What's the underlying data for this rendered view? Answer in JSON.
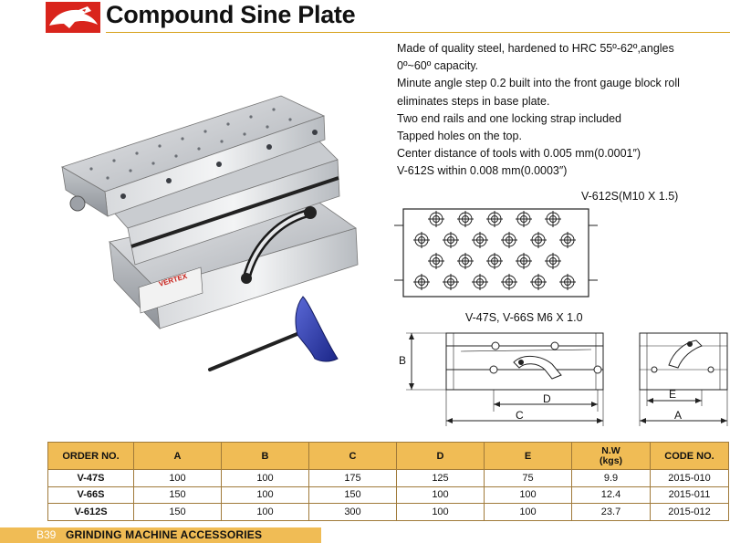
{
  "header": {
    "title": "Compound Sine Plate",
    "logo_icon": "eagle-logo-icon",
    "logo_color": "#d9241c"
  },
  "product": {
    "badge_brand": "VERTEX"
  },
  "description": {
    "lines": [
      "Made of quality steel, hardened to HRC 55º-62º,angles",
      "0º~60º capacity.",
      "Minute angle step 0.2 built into the front gauge block roll",
      "eliminates steps in base plate.",
      "Two end rails and one locking strap included",
      "Tapped holes on the top.",
      "Center distance of tools with 0.005 mm(0.0001″)",
      "V-612S within 0.008 mm(0.0003″)"
    ]
  },
  "diagrams": {
    "top_label": "V-612S(M10 X 1.5)",
    "side_label": "V-47S, V-66S M6 X 1.0",
    "dim_b": "B",
    "dim_c": "C",
    "dim_d": "D",
    "dim_e": "E",
    "dim_a": "A"
  },
  "table": {
    "headers": {
      "order": "ORDER NO.",
      "a": "A",
      "b": "B",
      "c": "C",
      "d": "D",
      "e": "E",
      "nw": "N.W",
      "nw_unit": "(kgs)",
      "code": "CODE NO."
    },
    "rows": [
      {
        "order": "V-47S",
        "a": "100",
        "b": "100",
        "c": "175",
        "d": "125",
        "e": "75",
        "nw": "9.9",
        "code": "2015-010"
      },
      {
        "order": "V-66S",
        "a": "150",
        "b": "100",
        "c": "150",
        "d": "100",
        "e": "100",
        "nw": "12.4",
        "code": "2015-011"
      },
      {
        "order": "V-612S",
        "a": "150",
        "b": "100",
        "c": "300",
        "d": "100",
        "e": "100",
        "nw": "23.7",
        "code": "2015-012"
      }
    ]
  },
  "footer": {
    "page": "B39",
    "section": "GRINDING MACHINE ACCESSORIES",
    "accent": "#f0bc55"
  }
}
